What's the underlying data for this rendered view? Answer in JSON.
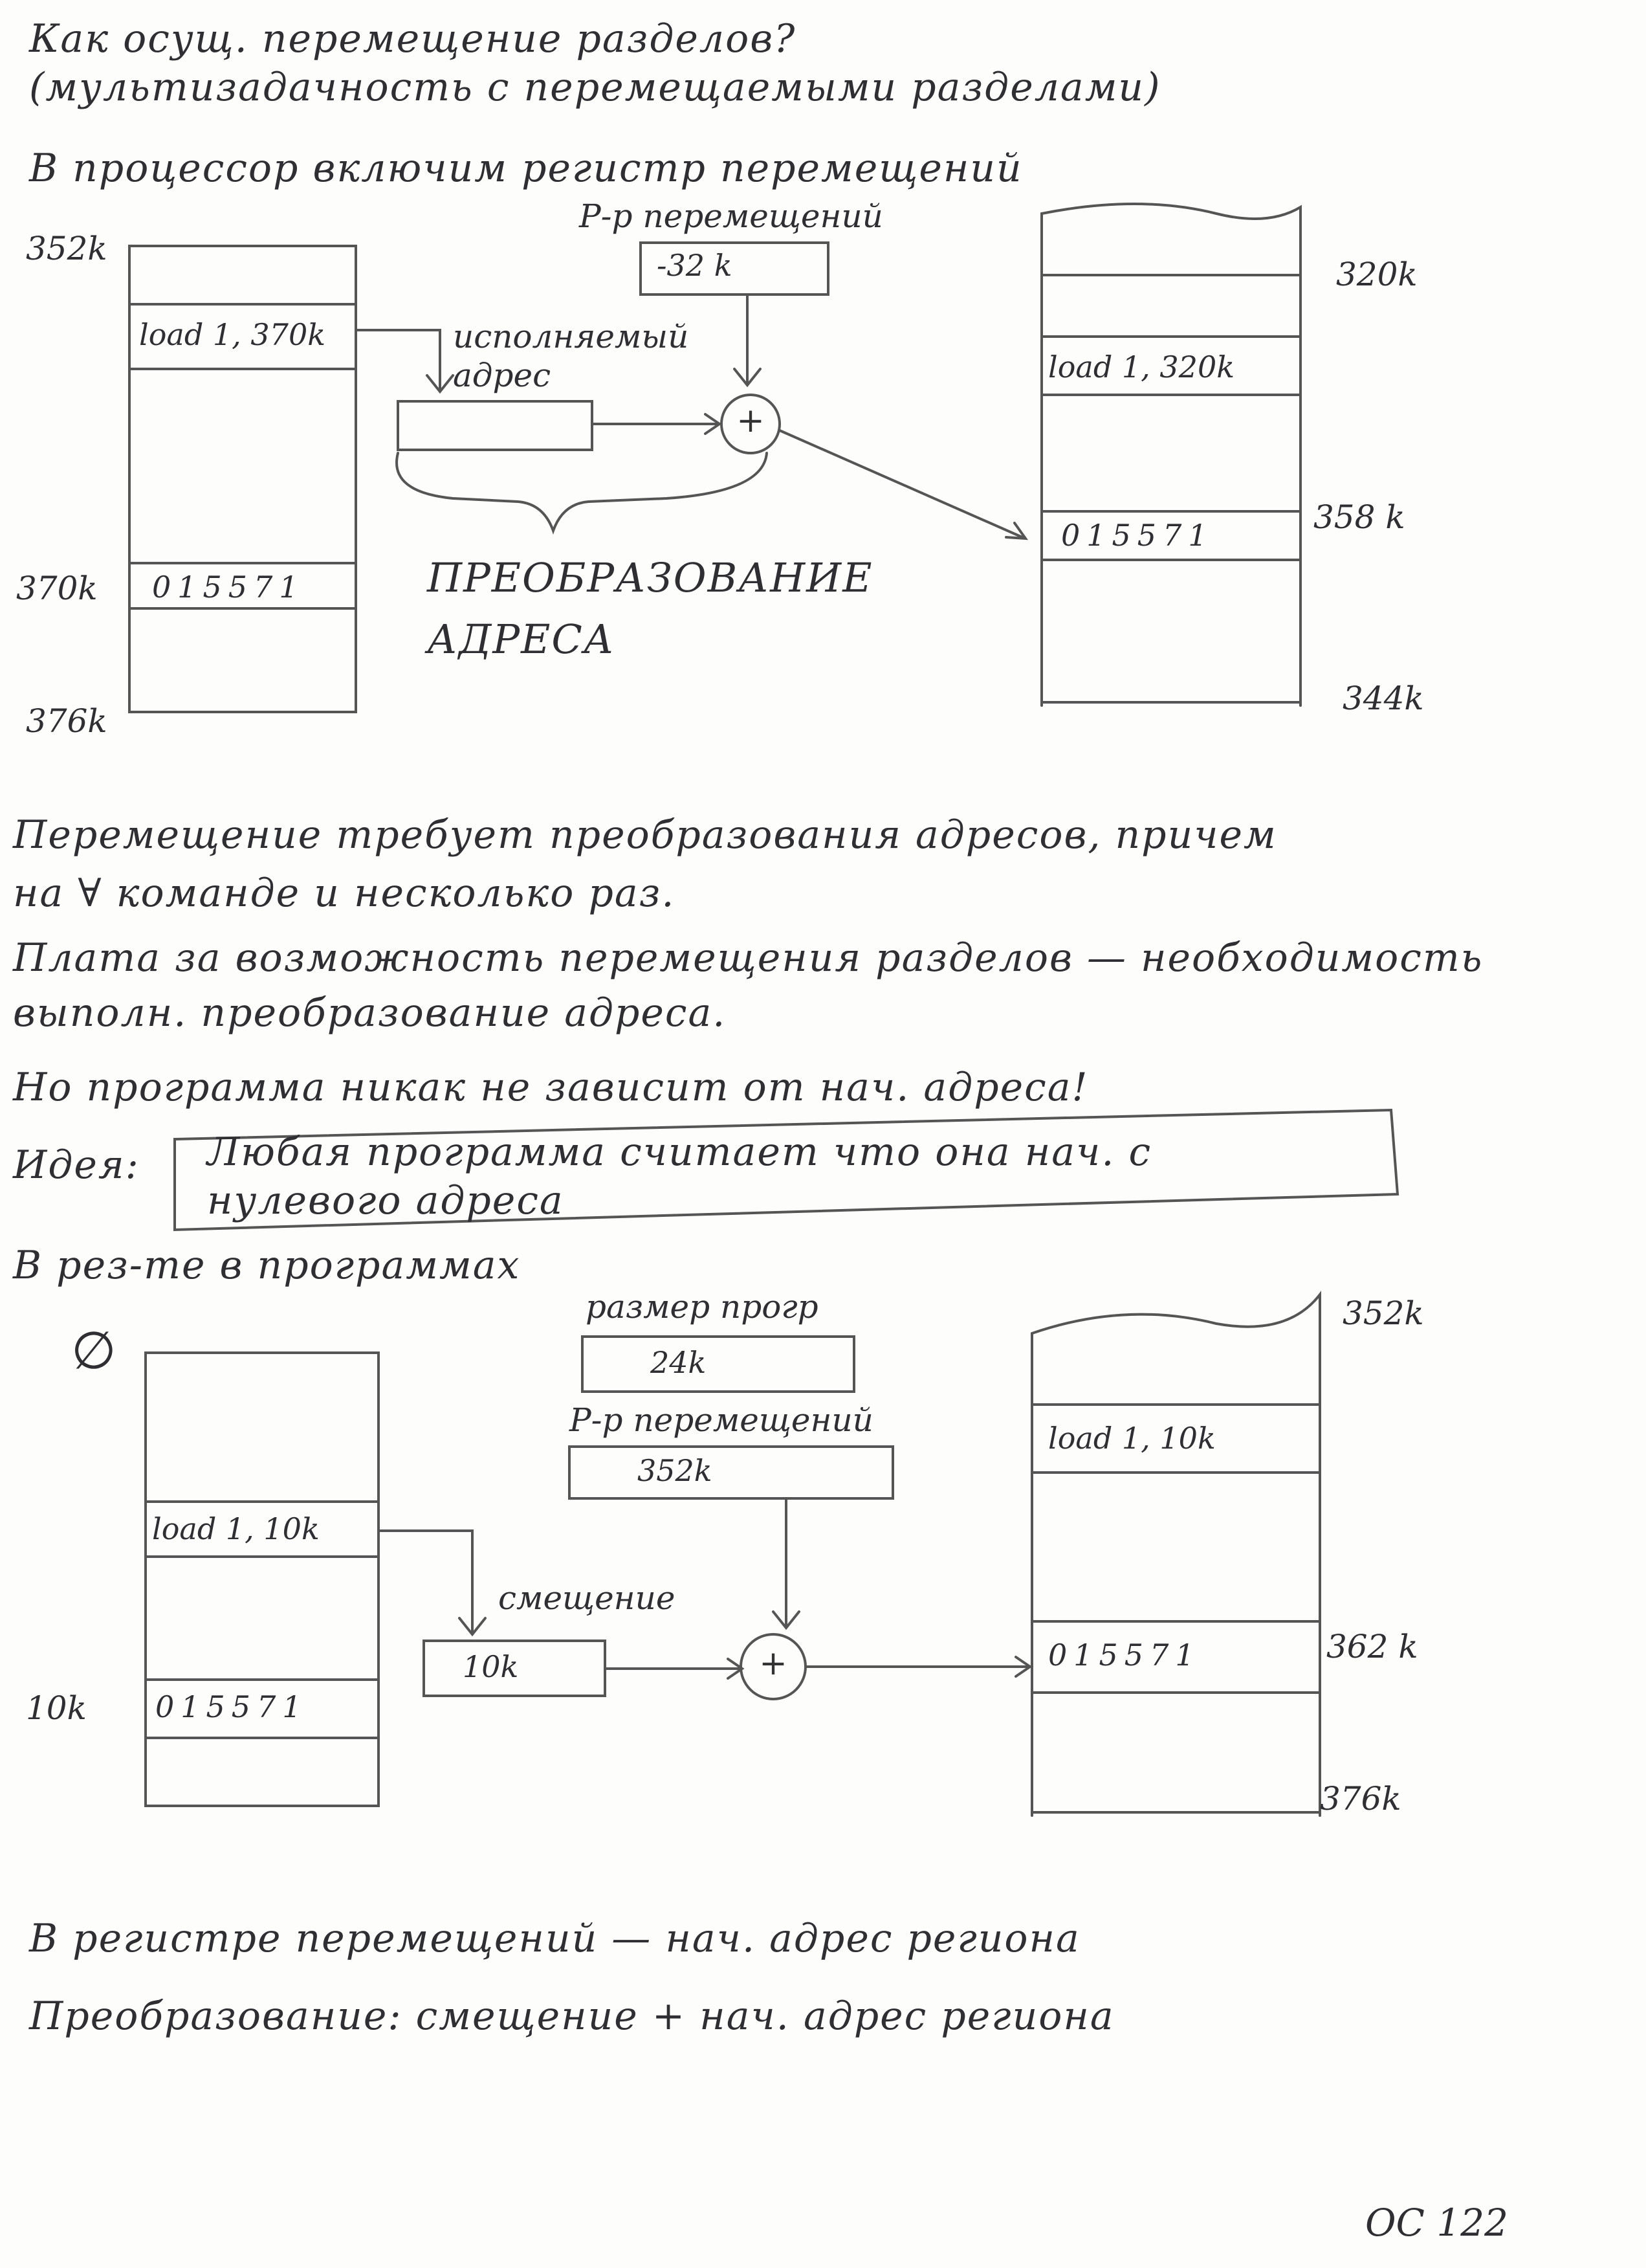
{
  "header": {
    "line1": "Как осущ. перемещение разделов?",
    "line2": "(мультизадачность с перемещаемыми разделами)",
    "line3": "В процессор включим регистр перемещений"
  },
  "diagram1": {
    "left_top_label": "352k",
    "left_cmd": "load 1, 370k",
    "left_mark_label": "370k",
    "left_value": "015571",
    "left_bottom_label": "376k",
    "reg_label": "Р-р перемещений",
    "reg_value": "-32 k",
    "exec_label": "исполняемый адрес",
    "plus": "+",
    "transform_label": "ПРЕОБРАЗОВАНИЕ АДРЕСА",
    "right_label_top": "320k",
    "right_cmd": "load 1, 320k",
    "right_value": "015571",
    "right_label_mid": "358 k",
    "right_label_bottom": "344k"
  },
  "body_text": {
    "p1": "Перемещение требует преобразования адресов, причем",
    "p2": "на ∀ команде и несколько раз.",
    "p3": "Плата за возможность перемещения разделов — необходимость",
    "p4": "выполн. преобразование адреса.",
    "p5": "Но программа никак не зависит от нач. адреса!",
    "idea_label": "Идея:",
    "idea_line1": "Любая программа считает что она нач. с",
    "idea_line2": "нулевого адреса",
    "p6": "В рез-те в программах"
  },
  "diagram2": {
    "left_top_label": "∅",
    "left_cmd": "load 1, 10k",
    "left_mark_label": "10k",
    "left_value": "015571",
    "size_label": "размер прогр",
    "size_value": "24k",
    "reg_label": "Р-р перемещений",
    "reg_value": "352k",
    "offset_label": "смещение",
    "offset_value": "10k",
    "plus": "+",
    "right_label_top": "352k",
    "right_cmd": "load 1, 10k",
    "right_value": "015571",
    "right_label_mid": "362 k",
    "right_label_bottom": "376k"
  },
  "footer_text": {
    "f1": "В регистре перемещений — нач. адрес региона",
    "f2": "Преобразование: смещение + нач. адрес региона"
  },
  "page_number": "ОС 122"
}
